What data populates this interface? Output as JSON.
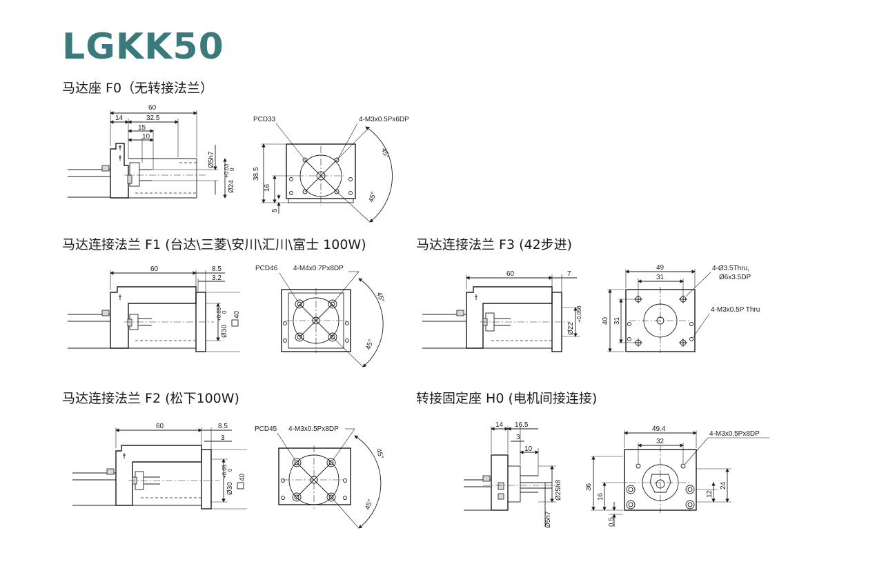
{
  "title": "LGKK50",
  "sections": {
    "f0": {
      "heading": "马达座 F0（无转接法兰）",
      "dims": {
        "d60": "60",
        "d14": "14",
        "d32_5": "32.5",
        "d15": "15",
        "d10": "10",
        "d5h7": "Ø5h7",
        "d24": "Ø24",
        "d24_tol": "+0.03",
        "d24_tol2": "0",
        "pcd": "PCD33",
        "holes": "4-M3x0.5Px6DP",
        "d38_5": "38.5",
        "d16": "16",
        "d5": "5",
        "angle1": "45°",
        "angle2": "45°"
      }
    },
    "f1": {
      "heading": "马达连接法兰 F1 (台达\\三菱\\安川\\汇川\\富士 100W)",
      "dims": {
        "d60": "60",
        "d8_5": "8.5",
        "d3_2": "3.2",
        "d30": "Ø30",
        "d30_tol": "+0.05",
        "d30_tol2": "0",
        "d40": "40",
        "pcd": "PCD46",
        "holes": "4-M4x0.7Px8DP",
        "angle1": "45°",
        "angle2": "45°"
      }
    },
    "f3": {
      "heading": "马达连接法兰 F3 (42步进)",
      "dims": {
        "d60": "60",
        "d7": "7",
        "d22": "Ø22",
        "d22_tol": "+0.05",
        "d22_tol2": "0",
        "d49": "49",
        "d31": "31",
        "d40": "40",
        "d31v": "31",
        "holes1": "4-Ø3.5Thru,",
        "holes1b": "Ø6x3.5DP",
        "holes2": "4-M3x0.5P Thru"
      }
    },
    "f2": {
      "heading": "马达连接法兰 F2 (松下100W)",
      "dims": {
        "d60": "60",
        "d8_5": "8.5",
        "d3": "3",
        "d30": "Ø30",
        "d30_tol": "+0.05",
        "d30_tol2": "0",
        "d40": "40",
        "pcd": "PCD45",
        "holes": "4-M3x0.5Px8DP",
        "angle1": "45°",
        "angle2": "45°"
      }
    },
    "h0": {
      "heading": "转接固定座 H0 (电机间接连接)",
      "dims": {
        "d14": "14",
        "d16_5": "16.5",
        "d3": "3",
        "d10": "10",
        "d25h8": "Ø25h8",
        "d5h7": "Ø5h7",
        "d49_4": "49.4",
        "d32": "32",
        "holes": "4-M3x0.5Px8DP",
        "d36": "36",
        "d16": "16",
        "d0_5": "0.5",
        "d12": "12",
        "d24": "24"
      }
    }
  }
}
